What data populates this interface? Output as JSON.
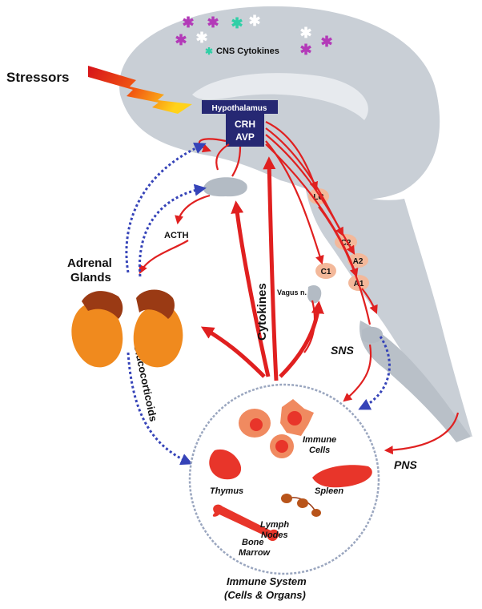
{
  "labels": {
    "stressors": "Stressors",
    "hypothalamus": "Hypothalamus",
    "crh": "CRH",
    "avp": "AVP",
    "cns_cytokines": "CNS Cytokines",
    "lc": "LC",
    "c2": "C2",
    "a2": "A2",
    "c1": "C1",
    "a1": "A1",
    "vagus": "Vagus n.",
    "acth": "ACTH",
    "adrenal": "Adrenal",
    "glands": "Glands",
    "cytokines": "Cytokines",
    "glucocorticoids": "Glucocorticoids",
    "sns": "SNS",
    "pns": "PNS",
    "immune_cells_1": "Immune",
    "immune_cells_2": "Cells",
    "thymus": "Thymus",
    "spleen": "Spleen",
    "bone_1": "Bone",
    "bone_2": "Marrow",
    "lymph_1": "Lymph",
    "lymph_2": "Nodes",
    "immune_system_1": "Immune System",
    "immune_system_2": "(Cells & Organs)"
  },
  "colors": {
    "brain": "#c9cfd6",
    "hypothalamus_box": "#262873",
    "pathway_red": "#e02020",
    "feedback_blue": "#3543b8",
    "adrenal_orange": "#f08a1e",
    "adrenal_brown": "#9a3a14",
    "nucleus_peach": "#f3b89a",
    "organ_red": "#e8352a",
    "cytokine_purple": "#b33ab8",
    "cytokine_teal": "#2fcfa6"
  }
}
